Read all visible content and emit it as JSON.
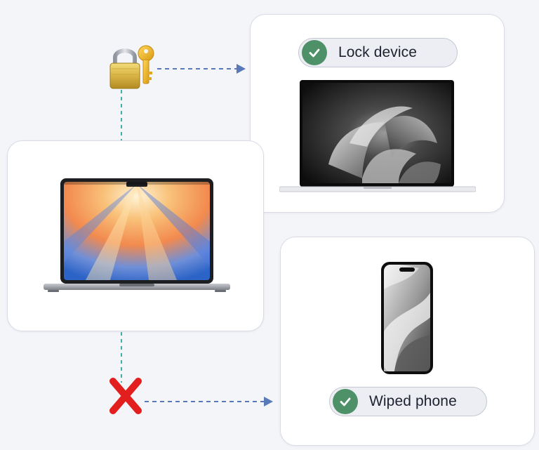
{
  "colors": {
    "background": "#f4f5f9",
    "card_border": "#d9dce6",
    "vertical_connector": "#46aaa8",
    "horizontal_arrow": "#5a79b8",
    "check_badge": "#4e9168",
    "pill_background": "#eceef3",
    "cross": "#e21e1e"
  },
  "icons": {
    "lock": "padlock-with-key-icon",
    "cross": "red-cross-icon",
    "check": "check-icon"
  },
  "actions": {
    "lock": {
      "label": "Lock device"
    },
    "wipe": {
      "label": "Wiped phone"
    }
  },
  "devices": {
    "source": "laptop-with-colorful-wallpaper",
    "locked": "laptop-with-dark-wallpaper",
    "wiped": "smartphone-with-gray-wallpaper"
  }
}
